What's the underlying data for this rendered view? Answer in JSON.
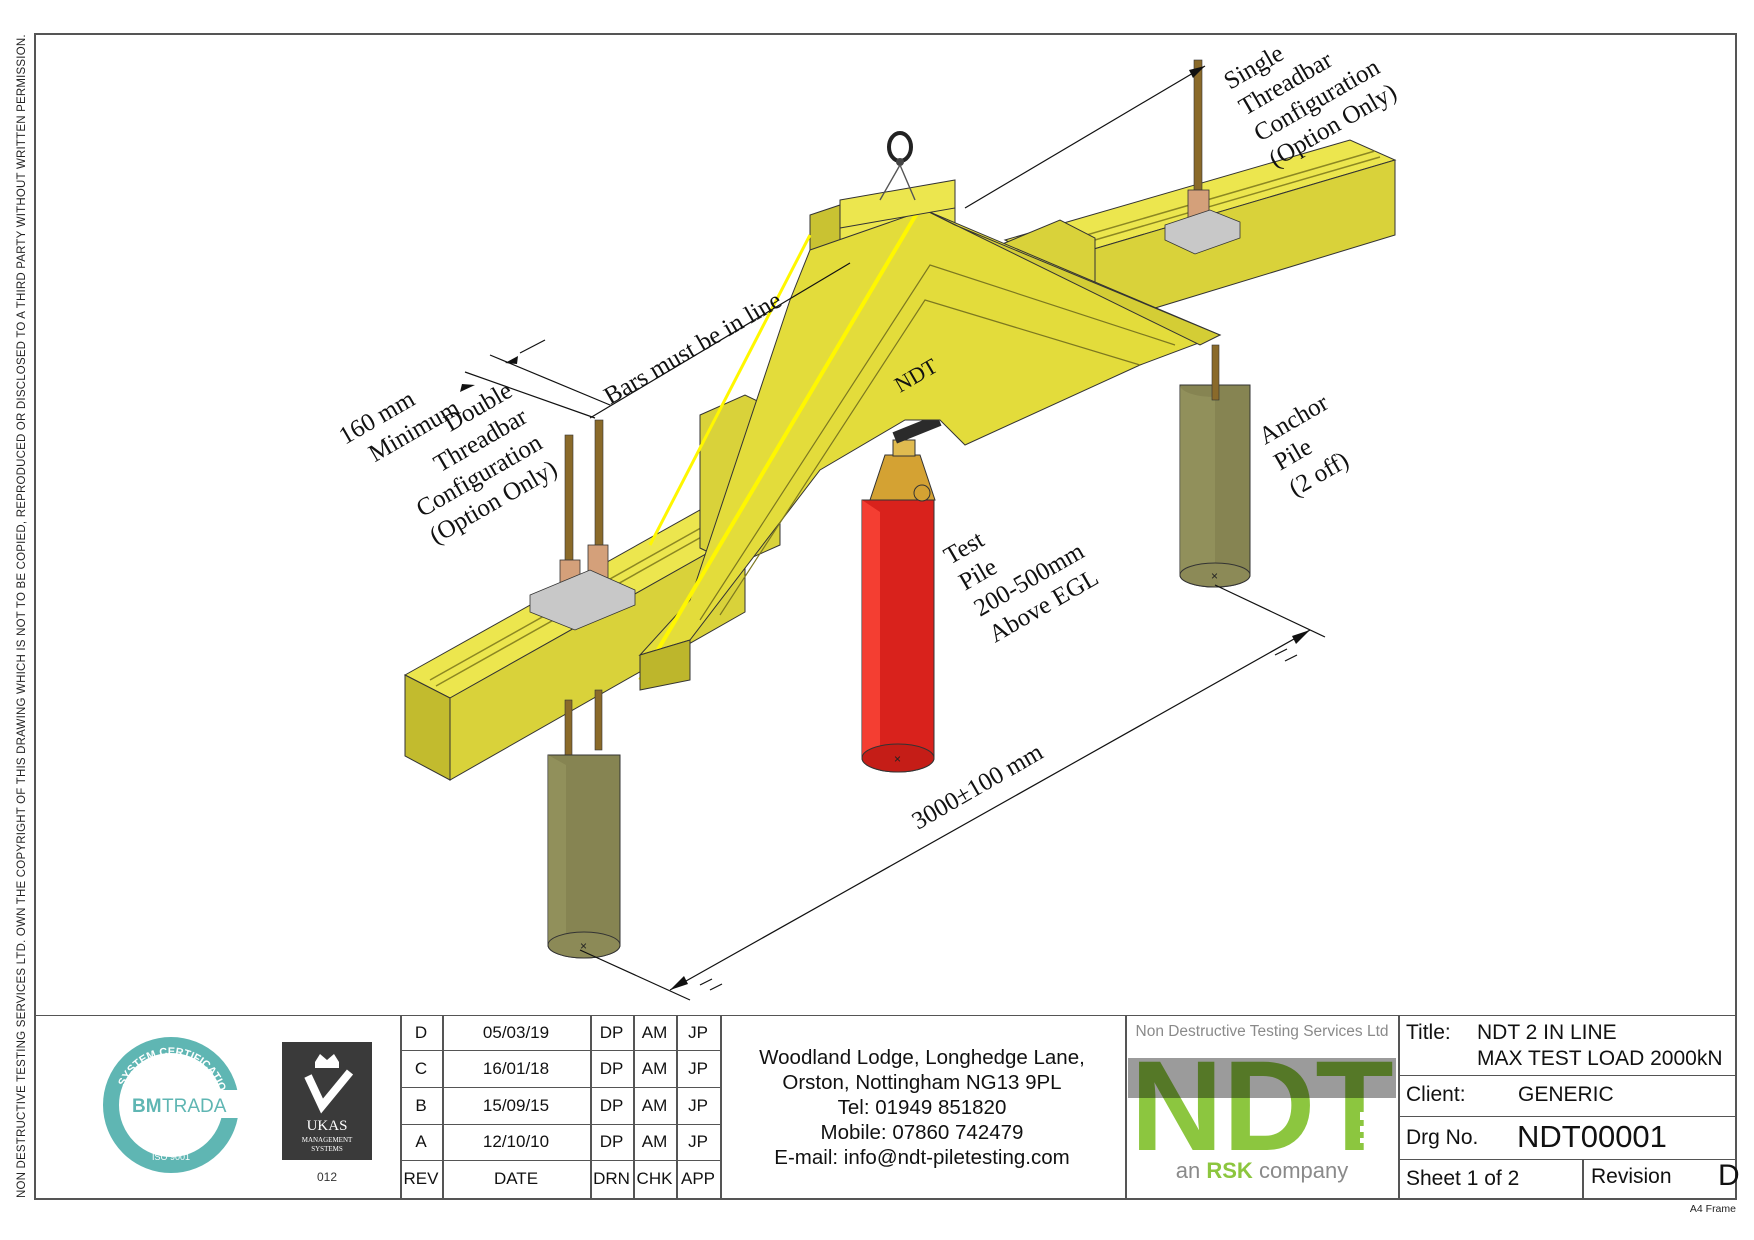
{
  "copyright_notice": "NON DESTRUCTIVE TESTING SERVICES LTD.  OWN THE COPYRIGHT OF THIS DRAWING WHICH IS NOT TO BE COPIED, REPRODUCED OR DISCLOSED TO A THIRD PARTY WITHOUT WRITTEN PERMISSION.",
  "frame_label": "A4 Frame",
  "colors": {
    "beam": "#e1db3d",
    "beam_dark": "#b3ad28",
    "test_pile": "#d9221c",
    "anchor_pile": "#8a8a55",
    "bar": "#8a6a2a",
    "ndt_green": "#8cc63f",
    "ndt_grey": "#8a8a8a",
    "cert_teal": "#5fb6b3"
  },
  "annotations": {
    "single_threadbar": [
      "Single",
      "Threadbar",
      "Configuration",
      "(Option Only)"
    ],
    "double_threadbar": [
      "Double",
      "Threadbar",
      "Configuration",
      "(Option Only)"
    ],
    "bars_in_line": "Bars must be in line",
    "min_spacing": [
      "160 mm",
      "Minimum"
    ],
    "anchor_pile": [
      "Anchor",
      "Pile",
      "(2 off)"
    ],
    "test_pile": [
      "Test",
      "Pile",
      "200-500mm",
      "Above EGL"
    ],
    "dimension": "3000±100 mm",
    "beam_mark": "NDT"
  },
  "revisions": [
    {
      "rev": "D",
      "date": "05/03/19",
      "drn": "DP",
      "chk": "AM",
      "app": "JP"
    },
    {
      "rev": "C",
      "date": "16/01/18",
      "drn": "DP",
      "chk": "AM",
      "app": "JP"
    },
    {
      "rev": "B",
      "date": "15/09/15",
      "drn": "DP",
      "chk": "AM",
      "app": "JP"
    },
    {
      "rev": "A",
      "date": "12/10/10",
      "drn": "DP",
      "chk": "AM",
      "app": "JP"
    }
  ],
  "revision_headers": {
    "rev": "REV",
    "date": "DATE",
    "drn": "DRN",
    "chk": "CHK",
    "app": "APP"
  },
  "address": {
    "line1": "Woodland Lodge, Longhedge Lane,",
    "line2": "Orston, Nottingham NG13 9PL",
    "tel": "Tel: 01949 851820",
    "mobile": "Mobile: 07860 742479",
    "email": "E-mail: info@ndt-piletesting.com"
  },
  "company": {
    "name": "Non Destructive Testing Services Ltd",
    "logo_text": "NDT",
    "tagline_prefix": "an",
    "tagline_brand": "RSK",
    "tagline_suffix": "company"
  },
  "certifications": {
    "bm_ring": "SYSTEM CERTIFICATION",
    "bm_name_bm": "BM",
    "bm_name_trada": "TRADA",
    "bm_iso": "ISO 9001",
    "ukas_name": "UKAS",
    "ukas_sub1": "MANAGEMENT",
    "ukas_sub2": "SYSTEMS",
    "ukas_number": "012"
  },
  "title_block": {
    "title_label": "Title:",
    "title_line1": "NDT 2 IN LINE",
    "title_line2": "MAX TEST LOAD 2000kN",
    "client_label": "Client:",
    "client_value": "GENERIC",
    "drg_label": "Drg No.",
    "drg_value": "NDT00001",
    "sheet": "Sheet 1 of 2",
    "revision_label": "Revision",
    "revision_value": "D"
  }
}
